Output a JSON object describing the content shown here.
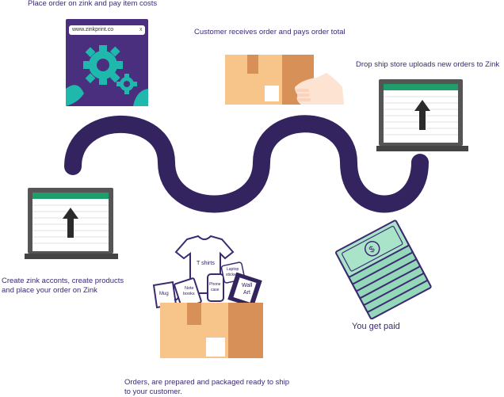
{
  "steps": {
    "place_order": "Place order on zink and pay item costs",
    "customer_receives": "Customer receives order and pays order total",
    "drop_ship_uploads": "Drop ship store uploads new orders to Zink",
    "create_accounts_line1": "Create zink acconts, create products",
    "create_accounts_line2": "and place your order on Zink",
    "orders_prepared_line1": "Orders, are prepared and packaged ready to ship",
    "orders_prepared_line2": "to your customer.",
    "get_paid": "You get paid"
  },
  "browser": {
    "url": "www.zinkprint.co",
    "close": "x"
  },
  "products": {
    "tshirt": "T shirts",
    "mug": "Mug",
    "notebooks_line1": "Note",
    "notebooks_line2": "books",
    "phone_line1": "Phone",
    "phone_line2": "case",
    "stickers_line1": "Laptop",
    "stickers_line2": "stickers",
    "wallart_line1": "Wall",
    "wallart_line2": "Art"
  },
  "colors": {
    "path": "#33235f",
    "text": "#3b2a72",
    "gear": "#1fb8ac",
    "box_light": "#f7c48a",
    "box_dark": "#d79057",
    "sheet_header": "#1e9e6a",
    "money": "#93d8b8"
  }
}
